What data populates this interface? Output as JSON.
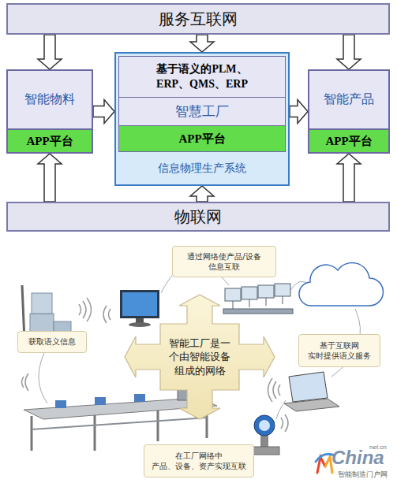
{
  "diagram": {
    "nodes": [
      {
        "text": [
          "服务互联网"
        ]
      },
      {
        "text": [
          "智能物料"
        ]
      },
      {
        "text": [
          "APP平台"
        ],
        "in": 1
      },
      {
        "text": [
          "信息物理生产系统"
        ]
      },
      {
        "text": [
          "基于语义的PLM、 ERP、QMS、ERP"
        ],
        "in": 3
      },
      {
        "text": [
          "智慧工厂"
        ],
        "in": 3
      },
      {
        "text": [
          "APP平台"
        ],
        "in": 3
      },
      {
        "text": [
          "智能产品"
        ]
      },
      {
        "text": [
          "APP平台"
        ],
        "in": 7
      },
      {
        "text": [
          "物联网"
        ]
      },
      {
        "text": [
          "通过网络使产品/设备 信息互联"
        ]
      },
      {
        "text": [
          "智能工厂是一 个由智能设备 组成的网络"
        ]
      },
      {
        "text": [
          "获取语义信息"
        ]
      },
      {
        "text": [
          "基于互联网 实时提供语义服务"
        ]
      },
      {
        "text": [
          "在工厂网络中 产品、设备、资产实现互联"
        ]
      }
    ],
    "edges": [
      {
        "from": 0,
        "to": 1,
        "arrow": "to"
      },
      {
        "from": 0,
        "to": 3,
        "arrow": "to"
      },
      {
        "from": 0,
        "to": 7,
        "arrow": "to"
      },
      {
        "from": 1,
        "to": 3,
        "arrow": "to"
      },
      {
        "from": 3,
        "to": 7,
        "arrow": "to"
      },
      {
        "from": 9,
        "to": 1,
        "arrow": "to"
      },
      {
        "from": 9,
        "to": 3,
        "arrow": "to"
      },
      {
        "from": 9,
        "to": 7,
        "arrow": "to"
      }
    ],
    "labels": [
      "China",
      "net.cn",
      "智能制造门户网"
    ]
  }
}
